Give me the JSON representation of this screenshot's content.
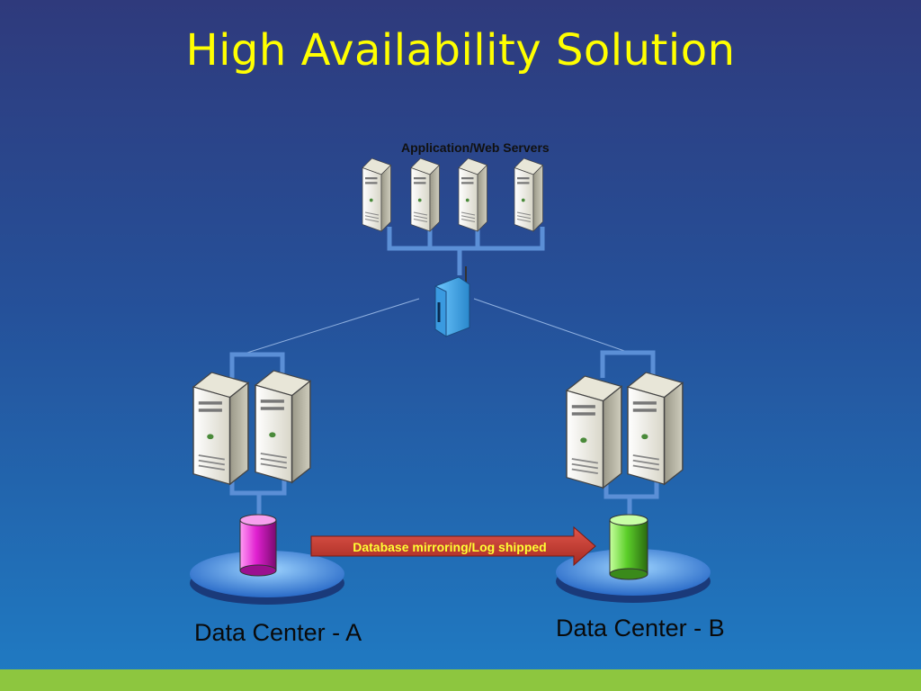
{
  "title": "High Availability Solution",
  "app_servers_label": "Application/Web Servers",
  "replication_label": "Database mirroring/Log shipped",
  "data_center_a": "Data Center - A",
  "data_center_b": "Data Center - B",
  "colors": {
    "title": "#ffff00",
    "background_top": "#2f3a7c",
    "background_bottom": "#1f7cc4",
    "bottom_bar": "#8dc63f",
    "arrow": "#c0392b",
    "arrow_label": "#ffff33",
    "database_a": "#e020d0",
    "database_b": "#5ccf2a",
    "connector": "#5b8fd6"
  },
  "icons": {
    "app_servers": "server-icon",
    "network": "router-icon",
    "database": "database-icon",
    "platform": "platform-disc-icon"
  }
}
